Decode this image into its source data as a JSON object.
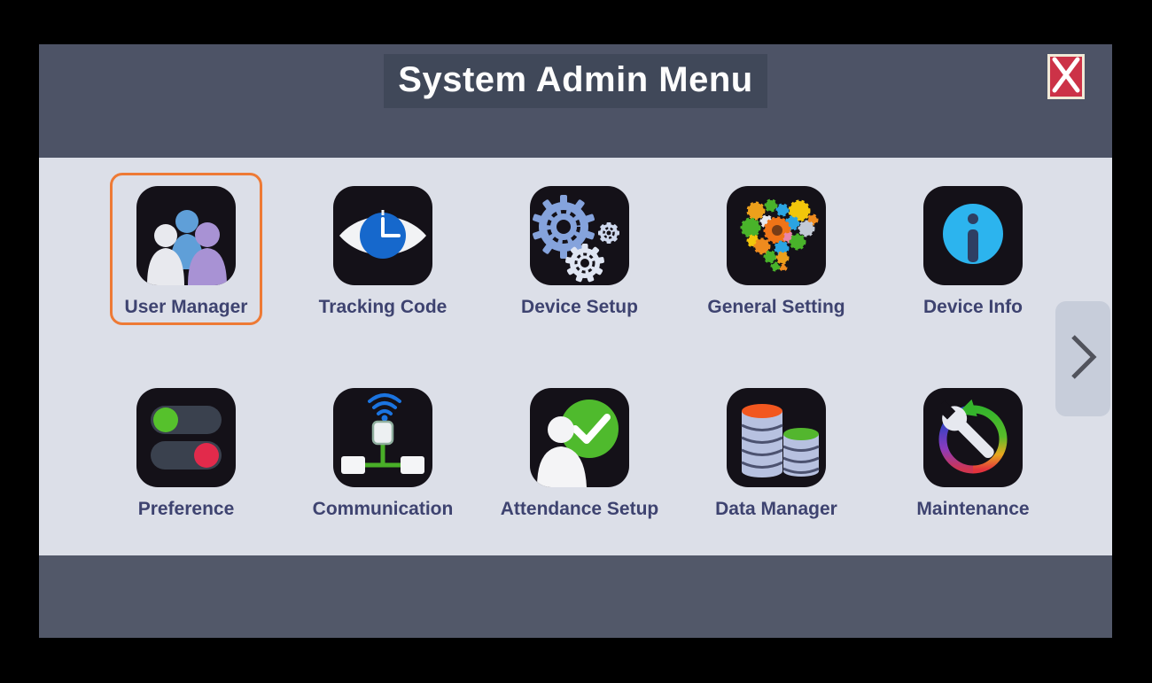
{
  "screen": {
    "title": "System Admin Menu"
  },
  "titlebar": {
    "close": {
      "icon": "close-x-icon"
    }
  },
  "pager": {
    "next": {
      "icon": "chevron-right-icon"
    }
  },
  "menu": {
    "selected_item": "User Manager",
    "rows": [
      {
        "items": [
          {
            "label": "User Manager",
            "icon": "users-icon",
            "selected": true
          },
          {
            "label": "Tracking Code",
            "icon": "eye-clock-icon",
            "selected": false
          },
          {
            "label": "Device Setup",
            "icon": "gears-icon",
            "selected": false
          },
          {
            "label": "General Setting",
            "icon": "gear-heart-icon",
            "selected": false
          },
          {
            "label": "Device Info",
            "icon": "info-icon",
            "selected": false
          }
        ]
      },
      {
        "items": [
          {
            "label": "Preference",
            "icon": "toggles-icon",
            "selected": false
          },
          {
            "label": "Communication",
            "icon": "network-wifi-icon",
            "selected": false
          },
          {
            "label": "Attendance Setup",
            "icon": "person-check-icon",
            "selected": false
          },
          {
            "label": "Data Manager",
            "icon": "database-icon",
            "selected": false
          },
          {
            "label": "Maintenance",
            "icon": "wrench-refresh-icon",
            "selected": false
          }
        ]
      }
    ]
  },
  "colors": {
    "frame": "#000000",
    "header_bg": "#4d5366",
    "title_highlight_bg": "#404859",
    "content_bg": "#dcdfe8",
    "footer_bg": "#525869",
    "label_text": "#3e4370",
    "selection_border": "#ee7a35",
    "close_button_red": "#cc3247",
    "close_button_border": "#f1ead8",
    "pager_bg": "#c7cdda"
  }
}
